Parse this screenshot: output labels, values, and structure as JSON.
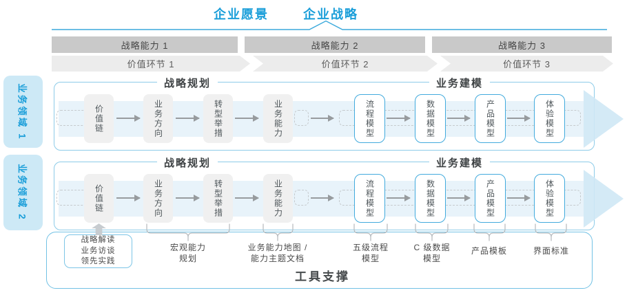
{
  "header": {
    "vision": "企业愿景",
    "strategy": "企业战略"
  },
  "strategy_capabilities": [
    {
      "label": "战略能力 1"
    },
    {
      "label": "战略能力 2"
    },
    {
      "label": "战略能力 3"
    }
  ],
  "value_links": [
    {
      "label": "价值环节 1"
    },
    {
      "label": "价值环节 2"
    },
    {
      "label": "价值环节 3"
    }
  ],
  "business_domains": [
    {
      "label": "业务领域 1"
    },
    {
      "label": "业务领域 2"
    }
  ],
  "lane": {
    "planning_title": "战略规划",
    "modeling_title": "业务建模",
    "boxes": {
      "value_chain": "价值链",
      "business_direction": "业务方向",
      "transformation": "转型举措",
      "business_capability": "业务能力",
      "process_model": "流程模型",
      "data_model": "数据模型",
      "product_model": "产品模型",
      "experience_model": "体验模型"
    }
  },
  "annotations": {
    "strategy_inputs": {
      "line1": "战略解读",
      "line2": "业务访谈",
      "line3": "领先实践"
    },
    "macro_capability": {
      "line1": "宏观能力",
      "line2": "规划"
    },
    "capability_map": {
      "line1": "业务能力地图 /",
      "line2": "能力主题文档"
    },
    "process_l5": {
      "line1": "五级流程",
      "line2": "模型"
    },
    "data_c": {
      "line1": "C 级数据",
      "line2": "模型"
    },
    "product_template": {
      "line1": "产品模板"
    },
    "ui_standard": {
      "line1": "界面标准"
    }
  },
  "footer": {
    "tool_support": "工具支撑"
  },
  "colors": {
    "accent_blue": "#1a9ed9",
    "domain_fill": "#cde9f6",
    "band_fill": "#e8f3fa",
    "arrowhead_fill": "#cfe8f5",
    "bar_gray": "#c9c9c9",
    "chevron_gray": "#ececec",
    "box_gray": "#f0f0f0",
    "blue_box_border": "#41aadd",
    "container_border": "#71c1e4"
  }
}
